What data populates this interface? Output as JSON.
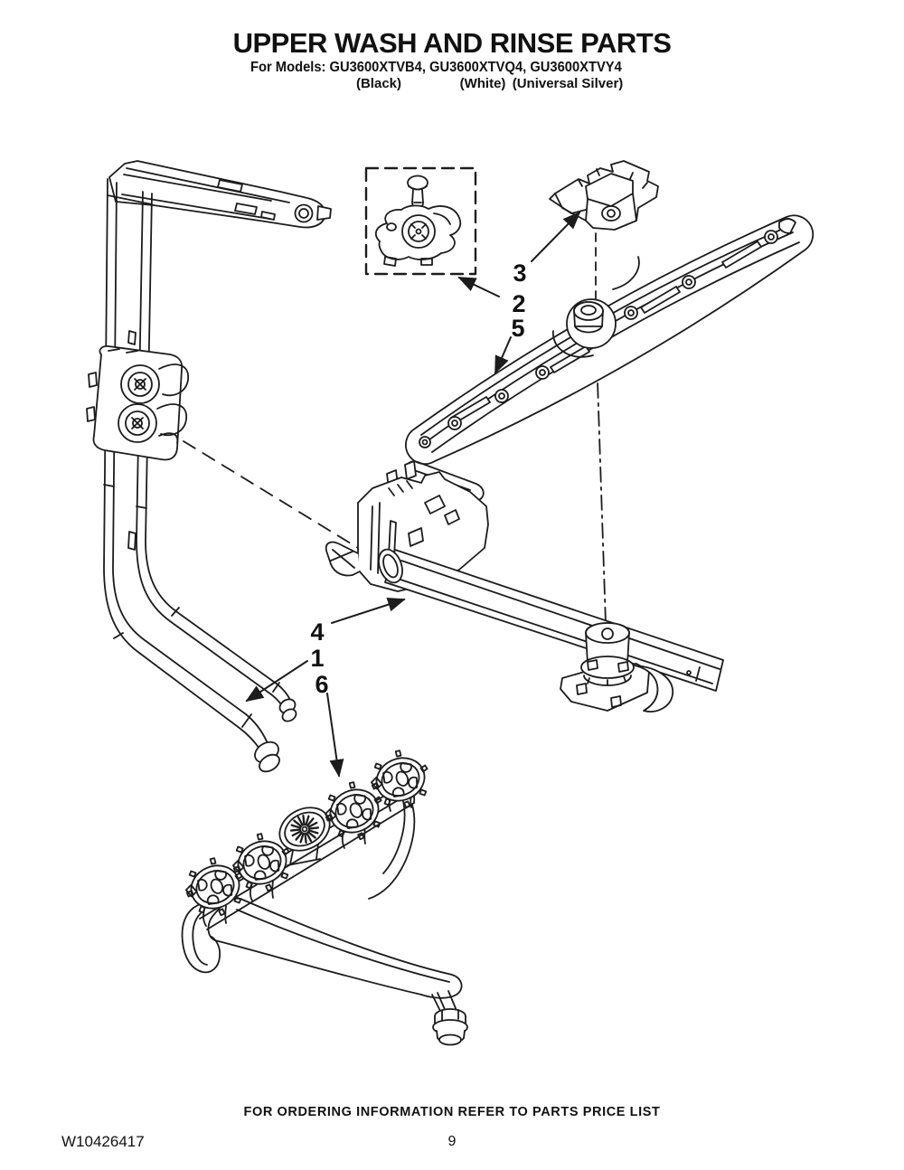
{
  "header": {
    "title": "UPPER WASH AND RINSE PARTS",
    "models_line": "For Models: GU3600XTVB4, GU3600XTVQ4, GU3600XTVY4",
    "models": [
      {
        "id": "GU3600XTVB4",
        "finish": "(Black)"
      },
      {
        "id": "GU3600XTVQ4",
        "finish": "(White)"
      },
      {
        "id": "GU3600XTVY4",
        "finish": "(Universal Silver)"
      }
    ]
  },
  "diagram": {
    "ink_color": "#1c1c1c",
    "callouts": [
      {
        "label": "3"
      },
      {
        "label": "2"
      },
      {
        "label": "5"
      },
      {
        "label": "4"
      },
      {
        "label": "1"
      },
      {
        "label": "6"
      }
    ]
  },
  "footer": {
    "ordering_note": "FOR ORDERING INFORMATION REFER TO PARTS PRICE LIST",
    "document_number": "W10426417",
    "page_number": "9"
  }
}
